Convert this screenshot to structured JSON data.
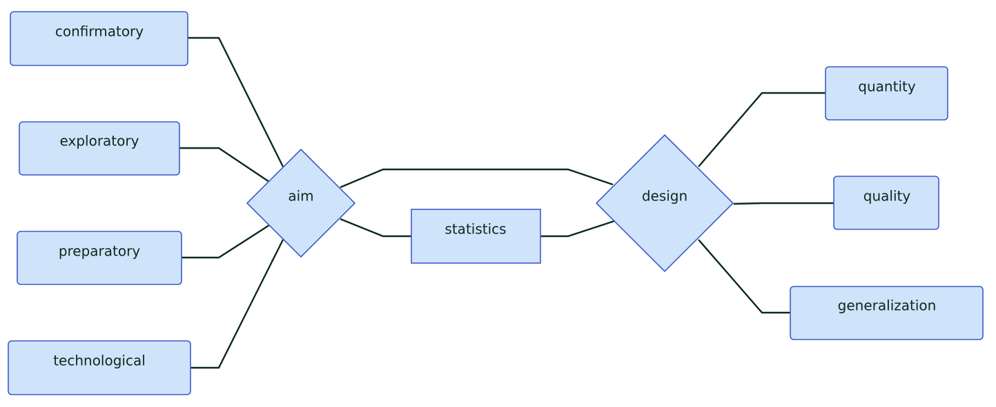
{
  "nodes": {
    "confirmatory": "confirmatory",
    "exploratory": "exploratory",
    "preparatory": "preparatory",
    "technological": "technological",
    "aim": "aim",
    "statistics": "statistics",
    "design": "design",
    "quantity": "quantity",
    "quality": "quality",
    "generalization": "generalization"
  },
  "colors": {
    "node_fill": "#cfe3fb",
    "node_stroke": "#3a5bc7",
    "edge": "#0b2a1a",
    "text": "#0b2a1a"
  }
}
